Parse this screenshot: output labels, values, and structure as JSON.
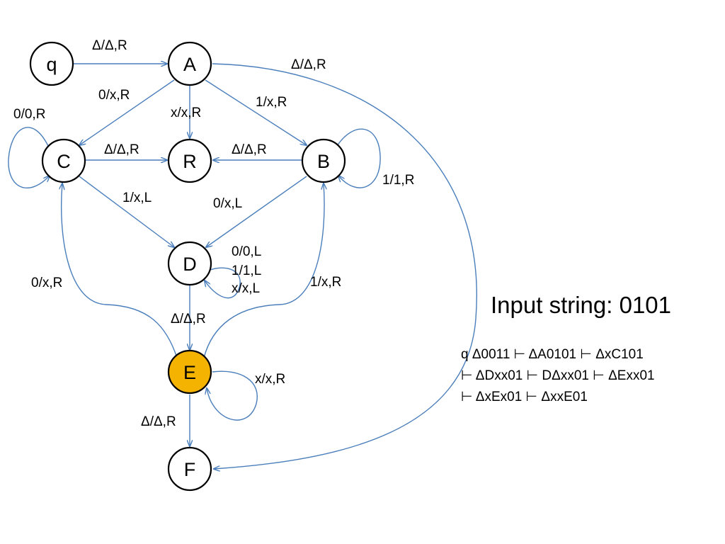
{
  "states": {
    "q": "q",
    "A": "A",
    "B": "B",
    "C": "C",
    "R": "R",
    "D": "D",
    "E": "E",
    "F": "F"
  },
  "active_state": "E",
  "colors": {
    "edge": "#4a7ebb",
    "active_fill": "#f5b301",
    "node_stroke": "#000000"
  },
  "transitions": {
    "q_A": "Δ/Δ,R",
    "A_F": "Δ/Δ,R",
    "A_C": "0/x,R",
    "A_R": "x/x,R",
    "A_B": "1/x,R",
    "C_loop": "0/0,R",
    "C_R": "Δ/Δ,R",
    "B_R": "Δ/Δ,R",
    "B_loop": "1/1,R",
    "C_D": "1/x,L",
    "B_D": "0/x,L",
    "D_loop_1": "0/0,L",
    "D_loop_2": "1/1,L",
    "D_loop_3": "x/x,L",
    "E_C": "0/x,R",
    "E_B": "1/x,R",
    "D_E": "Δ/Δ,R",
    "E_loop": "x/x,R",
    "E_F": "Δ/Δ,R"
  },
  "input_title": "Input string: 0101",
  "trace": [
    "q Δ0011 ⊢ ΔA0101 ⊢ ΔxC101",
    "⊢ ΔDxx01 ⊢ DΔxx01 ⊢ ΔExx01",
    "⊢ ΔxEx01 ⊢ ΔxxE01"
  ]
}
